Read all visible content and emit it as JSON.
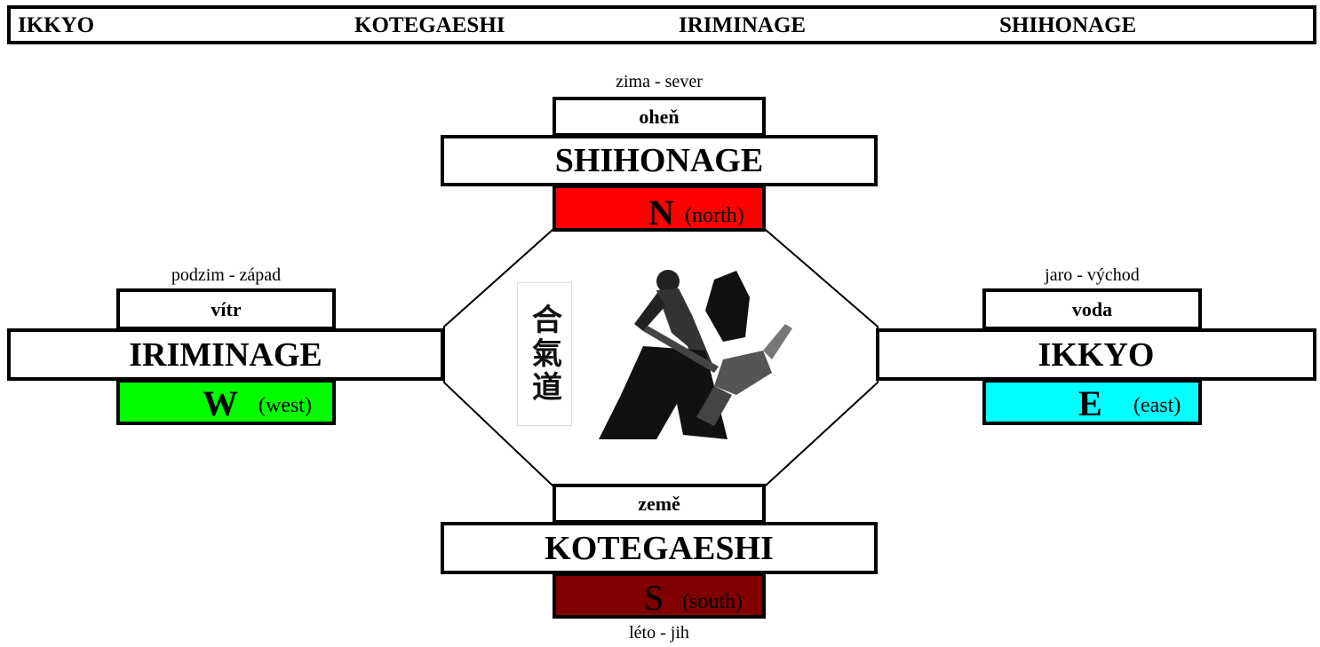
{
  "header": {
    "items": [
      "IKKYO",
      "KOTEGAESHI",
      "IRIMINAGE",
      "SHIHONAGE"
    ]
  },
  "north": {
    "season": "zima - sever",
    "element": "oheň",
    "technique": "SHIHONAGE",
    "letter": "N",
    "label": "(north)",
    "color": "#ff0000"
  },
  "west": {
    "season": "podzim - západ",
    "element": "vítr",
    "technique": "IRIMINAGE",
    "letter": "W",
    "label": "(west)",
    "color": "#00ff00"
  },
  "east": {
    "season": "jaro - východ",
    "element": "voda",
    "technique": "IKKYO",
    "letter": "E",
    "label": "(east)",
    "color": "#00ffff"
  },
  "south": {
    "season": "léto - jih",
    "element": "země",
    "technique": "KOTEGAESHI",
    "letter": "S",
    "label": "(south)",
    "color": "#800000"
  },
  "center": {
    "calligraphy": "合氣道"
  }
}
